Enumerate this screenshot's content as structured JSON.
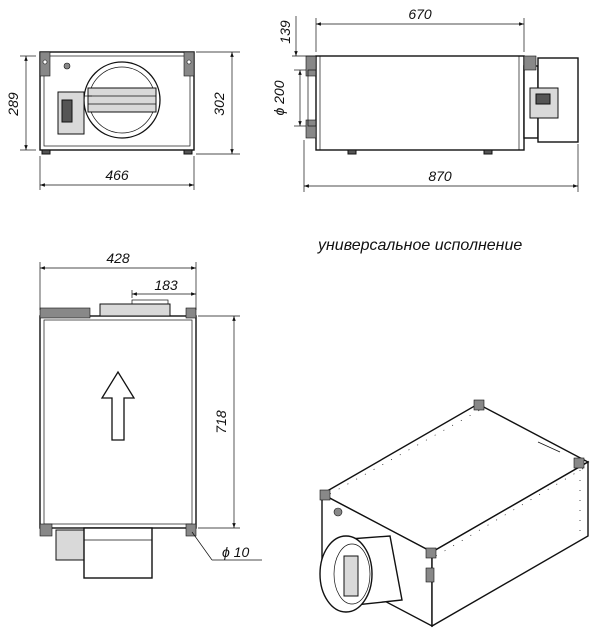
{
  "dimensions": {
    "front_height": "289",
    "front_height_total": "302",
    "front_width": "466",
    "side_top_offset": "139",
    "side_length": "670",
    "side_total_length": "870",
    "duct_diameter": "ϕ 200",
    "top_width": "428",
    "top_offset": "183",
    "top_length": "718",
    "mount_hole": "ϕ 10"
  },
  "caption": "универсальное исполнение"
}
